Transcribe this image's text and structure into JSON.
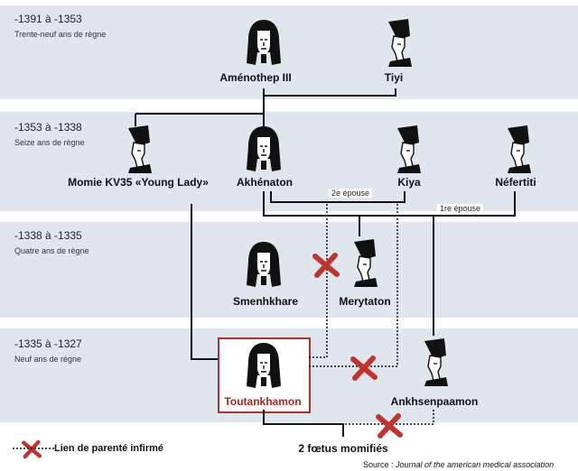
{
  "bands": [
    {
      "date": "-1391 à -1353",
      "subtitle": "Trente-neuf ans de règne"
    },
    {
      "date": "-1353 à -1338",
      "subtitle": "Seize ans de règne"
    },
    {
      "date": "-1338 à -1335",
      "subtitle": "Quatre ans de règne"
    },
    {
      "date": "-1335 à -1327",
      "subtitle": "Neuf ans de règne"
    }
  ],
  "people": {
    "amenhotep": "Aménothep III",
    "tiyi": "Tiyi",
    "young_lady": "Momie KV35 «Young Lady»",
    "akhenaton": "Akhénaton",
    "kiya": "Kiya",
    "nefertiti": "Néfertiti",
    "smenkhkare": "Smenhkhare",
    "merytaton": "Merytaton",
    "toutankhamon": "Toutankhamon",
    "ankhsenpaamon": "Ankhsenpaamon",
    "foetus": "2 fœtus momifiés"
  },
  "edge_labels": {
    "second_wife": "2e épouse",
    "first_wife": "1re épouse"
  },
  "legend": {
    "label": "Lien de parenté infirmé"
  },
  "source": {
    "prefix": "Source : ",
    "name": "Journal of the american medical association"
  },
  "colors": {
    "band": "#dfe6ee",
    "highlight": "#b0302e",
    "cross": "#c0342f"
  }
}
